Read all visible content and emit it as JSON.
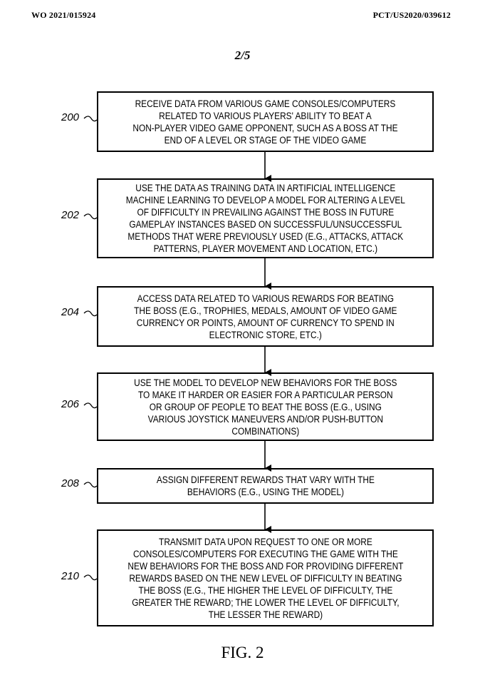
{
  "header": {
    "left": "WO 2021/015924",
    "right": "PCT/US2020/039612"
  },
  "sheet_number": "2/5",
  "figure_label": "FIG. 2",
  "steps": [
    {
      "ref": "200",
      "lines": [
        "RECEIVE DATA FROM VARIOUS GAME CONSOLES/COMPUTERS",
        "RELATED TO VARIOUS PLAYERS' ABILITY TO BEAT A",
        "NON-PLAYER VIDEO GAME OPPONENT, SUCH AS A BOSS AT THE",
        "END OF A LEVEL OR STAGE OF THE VIDEO GAME"
      ]
    },
    {
      "ref": "202",
      "lines": [
        "USE THE DATA AS TRAINING DATA IN ARTIFICIAL INTELLIGENCE",
        "MACHINE LEARNING TO DEVELOP A MODEL FOR ALTERING A LEVEL",
        "OF DIFFICULTY IN PREVAILING AGAINST THE BOSS IN FUTURE",
        "GAMEPLAY INSTANCES BASED ON SUCCESSFUL/UNSUCCESSFUL",
        "METHODS THAT WERE PREVIOUSLY USED (E.G., ATTACKS, ATTACK",
        "PATTERNS, PLAYER MOVEMENT AND LOCATION, ETC.)"
      ]
    },
    {
      "ref": "204",
      "lines": [
        "ACCESS DATA RELATED TO VARIOUS REWARDS FOR BEATING",
        "THE BOSS (E.G., TROPHIES, MEDALS, AMOUNT OF VIDEO GAME",
        "CURRENCY OR POINTS, AMOUNT OF CURRENCY TO SPEND IN",
        "ELECTRONIC STORE, ETC.)"
      ]
    },
    {
      "ref": "206",
      "lines": [
        "USE THE MODEL TO DEVELOP NEW BEHAVIORS FOR THE BOSS",
        "TO MAKE IT HARDER OR EASIER FOR A PARTICULAR PERSON",
        "OR GROUP OF PEOPLE TO BEAT THE BOSS (E.G., USING",
        "VARIOUS JOYSTICK MANEUVERS AND/OR PUSH-BUTTON",
        "COMBINATIONS)"
      ]
    },
    {
      "ref": "208",
      "lines": [
        "ASSIGN DIFFERENT REWARDS THAT VARY WITH THE",
        "BEHAVIORS (E.G., USING THE MODEL)"
      ]
    },
    {
      "ref": "210",
      "lines": [
        "TRANSMIT DATA UPON REQUEST TO ONE OR MORE",
        "CONSOLES/COMPUTERS FOR EXECUTING THE GAME WITH THE",
        "NEW BEHAVIORS FOR THE BOSS AND FOR PROVIDING DIFFERENT",
        "REWARDS BASED ON THE NEW LEVEL OF DIFFICULTY IN BEATING",
        "THE BOSS (E.G., THE HIGHER THE LEVEL OF DIFFICULTY, THE",
        "GREATER THE REWARD; THE LOWER THE LEVEL OF DIFFICULTY,",
        "THE LESSER THE REWARD)"
      ]
    }
  ]
}
